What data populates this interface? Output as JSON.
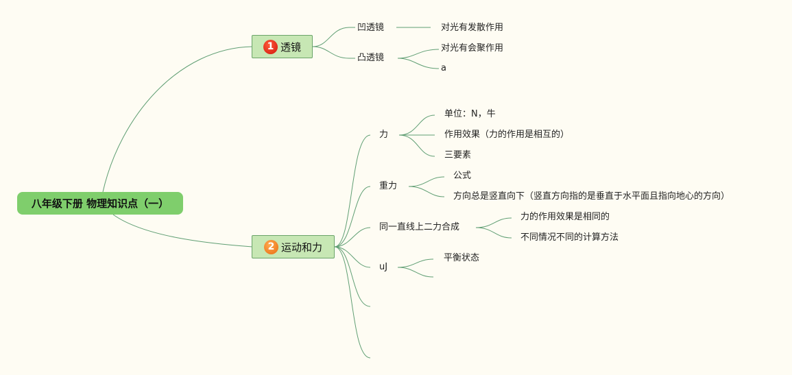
{
  "root": {
    "label": "八年级下册 物理知识点（一）"
  },
  "branches": [
    {
      "badge": "1",
      "label": "透镜",
      "children": [
        {
          "label": "凹透镜",
          "children": [
            {
              "label": "对光有发散作用"
            }
          ]
        },
        {
          "label": "凸透镜",
          "children": [
            {
              "label": "对光有会聚作用"
            },
            {
              "label": "a"
            }
          ]
        }
      ]
    },
    {
      "badge": "2",
      "label": "运动和力",
      "children": [
        {
          "label": "力",
          "children": [
            {
              "label": "单位：N，牛"
            },
            {
              "label": "作用效果（力的作用是相互的）"
            },
            {
              "label": "三要素"
            }
          ]
        },
        {
          "label": "重力",
          "children": [
            {
              "label": "公式"
            },
            {
              "label": "方向总是竖直向下（竖直方向指的是垂直于水平面且指向地心的方向）"
            }
          ]
        },
        {
          "label": "同一直线上二力合成",
          "children": [
            {
              "label": "力的作用效果是相同的"
            },
            {
              "label": "不同情况不同的计算方法"
            }
          ]
        },
        {
          "label": "uJ",
          "children": [
            {
              "label": "平衡状态"
            },
            {
              "label": ""
            }
          ]
        },
        {
          "label": ""
        },
        {
          "label": ""
        }
      ]
    }
  ]
}
